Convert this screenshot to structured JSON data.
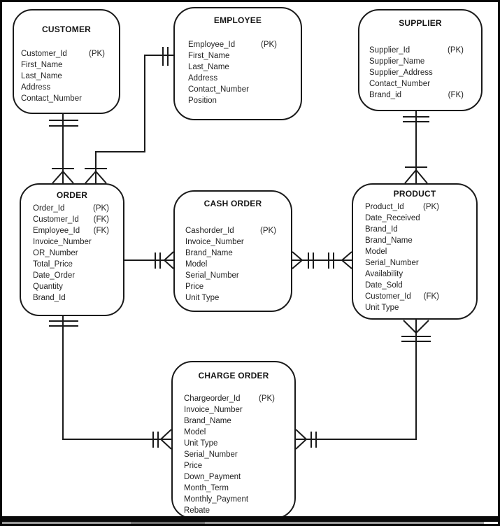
{
  "colors": {
    "line": "#1a1a1a",
    "background": "#ffffff",
    "frame": "#060606"
  },
  "entities": [
    {
      "id": "customer",
      "title": "CUSTOMER",
      "fields": [
        {
          "name": "Customer_Id",
          "key": "(PK)"
        },
        {
          "name": "First_Name"
        },
        {
          "name": "Last_Name"
        },
        {
          "name": "Address"
        },
        {
          "name": "Contact_Number"
        }
      ]
    },
    {
      "id": "employee",
      "title": "EMPLOYEE",
      "fields": [
        {
          "name": "Employee_Id",
          "key": "(PK)"
        },
        {
          "name": "First_Name"
        },
        {
          "name": "Last_Name"
        },
        {
          "name": "Address"
        },
        {
          "name": "Contact_Number"
        },
        {
          "name": "Position"
        }
      ]
    },
    {
      "id": "supplier",
      "title": "SUPPLIER",
      "fields": [
        {
          "name": "Supplier_Id",
          "key": "(PK)"
        },
        {
          "name": "Supplier_Name"
        },
        {
          "name": "Supplier_Address"
        },
        {
          "name": "Contact_Number"
        },
        {
          "name": "Brand_id",
          "key": "(FK)"
        }
      ]
    },
    {
      "id": "order",
      "title": "ORDER",
      "fields": [
        {
          "name": "Order_Id",
          "key": "(PK)"
        },
        {
          "name": "Customer_Id",
          "key": "(FK)"
        },
        {
          "name": "Employee_Id",
          "key": "(FK)"
        },
        {
          "name": "Invoice_Number"
        },
        {
          "name": "OR_Number"
        },
        {
          "name": "Total_Price"
        },
        {
          "name": "Date_Order"
        },
        {
          "name": "Quantity"
        },
        {
          "name": "Brand_Id"
        }
      ]
    },
    {
      "id": "cashorder",
      "title": "CASH ORDER",
      "fields": [
        {
          "name": "Cashorder_Id",
          "key": "(PK)"
        },
        {
          "name": "Invoice_Number"
        },
        {
          "name": "Brand_Name"
        },
        {
          "name": "Model"
        },
        {
          "name": "Serial_Number"
        },
        {
          "name": "Price"
        },
        {
          "name": "Unit Type"
        }
      ]
    },
    {
      "id": "product",
      "title": "PRODUCT",
      "fields": [
        {
          "name": "Product_Id",
          "key": "(PK)"
        },
        {
          "name": "Date_Received"
        },
        {
          "name": "Brand_Id"
        },
        {
          "name": "Brand_Name"
        },
        {
          "name": "Model"
        },
        {
          "name": "Serial_Number"
        },
        {
          "name": "Availability"
        },
        {
          "name": "Date_Sold"
        },
        {
          "name": "Customer_Id",
          "key": "(FK)"
        },
        {
          "name": "Unit Type"
        }
      ]
    },
    {
      "id": "chargeorder",
      "title": "CHARGE ORDER",
      "fields": [
        {
          "name": "Chargeorder_Id",
          "key": "(PK)"
        },
        {
          "name": "Invoice_Number"
        },
        {
          "name": "Brand_Name"
        },
        {
          "name": "Model"
        },
        {
          "name": "Unit Type"
        },
        {
          "name": "Serial_Number"
        },
        {
          "name": "Price"
        },
        {
          "name": "Down_Payment"
        },
        {
          "name": "Month_Term"
        },
        {
          "name": "Monthly_Payment"
        },
        {
          "name": "Rebate"
        }
      ]
    }
  ],
  "relationships": [
    {
      "from": "CUSTOMER",
      "to": "ORDER",
      "from_marks": "double-tick",
      "to_marks": "tick-crowfoot"
    },
    {
      "from": "EMPLOYEE",
      "to": "ORDER",
      "from_marks": "double-tick",
      "to_marks": "tick-crowfoot"
    },
    {
      "from": "SUPPLIER",
      "to": "PRODUCT",
      "from_marks": "double-tick",
      "to_marks": "tick-crowfoot"
    },
    {
      "from": "ORDER",
      "to": "CASH ORDER",
      "from_marks": "none",
      "to_marks": "double-tick-crowfoot"
    },
    {
      "from": "CASH ORDER",
      "to": "PRODUCT",
      "from_marks": "crowfoot-double-tick",
      "to_marks": "double-tick-crowfoot"
    },
    {
      "from": "PRODUCT",
      "to": "CHARGE ORDER",
      "from_marks": "crowfoot-double-tick",
      "to_marks": "crowfoot-double-tick"
    },
    {
      "from": "ORDER",
      "to": "CHARGE ORDER",
      "from_marks": "double-tick",
      "to_marks": "double-tick-crowfoot"
    }
  ]
}
